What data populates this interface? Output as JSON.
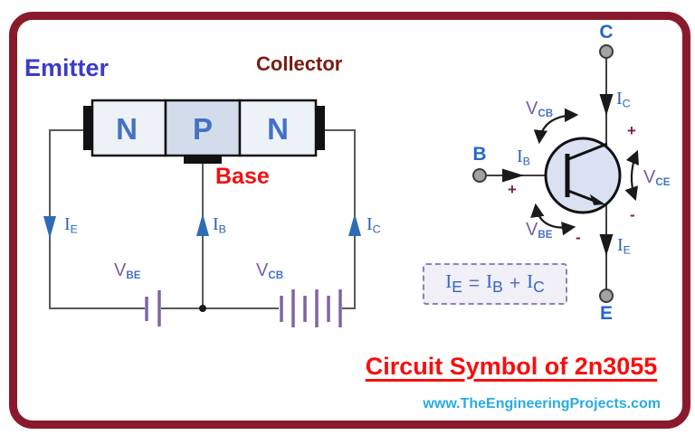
{
  "colors": {
    "border": "#8A1A2B",
    "emitter_label": "#3B3BC9",
    "collector_label": "#7B1B12",
    "base_label": "#F01010",
    "npn_letter": "#4472C4",
    "current_label": "#2A63B8",
    "voltage_v": "#7A5CA8",
    "subscript_blue": "#4472C4",
    "terminal_label": "#2667C9",
    "equation_text": "#3566C0",
    "equation_op": "#5A6FC0",
    "title": "#F90D0D",
    "url": "#29ABE2",
    "wire_left": "#595959",
    "wire_right": "#3F3F3F",
    "blue_arrow": "#2E6CB5",
    "black_ink": "#1A1A1A",
    "battery": "#8064A2",
    "n_fill": "#EDF1F8",
    "p_fill": "#D3DCEB",
    "transistor_fill": "#D9E1F2",
    "terminal_fill": "#A3A3A3",
    "terminal_stroke": "#3A3A3A",
    "eq_box_fill": "#F1EFF7",
    "eq_box_border": "#8F7FBC",
    "plus_minus": "#772640"
  },
  "structure": {
    "emitter": "Emitter",
    "collector": "Collector",
    "base": "Base",
    "regions": [
      "N",
      "P",
      "N"
    ]
  },
  "left_labels": {
    "ie": {
      "main": "I",
      "sub": "E"
    },
    "ib": {
      "main": "I",
      "sub": "B"
    },
    "ic": {
      "main": "I",
      "sub": "C"
    },
    "vbe": {
      "main": "V",
      "sub": "BE"
    },
    "vcb": {
      "main": "V",
      "sub": "CB"
    }
  },
  "symbol": {
    "c": "C",
    "b": "B",
    "e": "E",
    "ic": {
      "main": "I",
      "sub": "C"
    },
    "ib": {
      "main": "I",
      "sub": "B"
    },
    "ie": {
      "main": "I",
      "sub": "E"
    },
    "vcb": {
      "main": "V",
      "sub": "CB"
    },
    "vce": {
      "main": "V",
      "sub": "CE"
    },
    "vbe": {
      "main": "V",
      "sub": "BE"
    },
    "plus_collector": "+",
    "plus_base": "+",
    "minus_vce": "-",
    "minus_emitter": "-"
  },
  "equation": {
    "t1": {
      "main": "I",
      "sub": "E"
    },
    "op1": "=",
    "t2": {
      "main": "I",
      "sub": "B"
    },
    "op2": "+",
    "t3": {
      "main": "I",
      "sub": "C"
    }
  },
  "footer": {
    "title": "Circuit Symbol of 2n3055",
    "website": "www.TheEngineeringProjects.com"
  }
}
